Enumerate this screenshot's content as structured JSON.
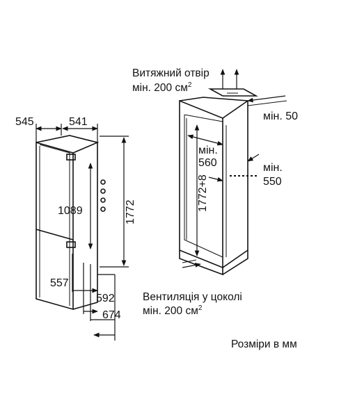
{
  "labels": {
    "exhaust_line1": "Витяжний отвір",
    "exhaust_line2": "мін. 200 см",
    "exhaust_sup": "2",
    "vent_line1": "Вентиляція у цоколі",
    "vent_line2": "мін. 200 см",
    "vent_sup": "2",
    "footer": "Розміри в мм"
  },
  "dimensions": {
    "depth_545": "545",
    "width_541": "541",
    "h_1089": "1089",
    "h_1772": "1772",
    "d_557": "557",
    "d_592": "592",
    "d_674": "674",
    "min_50": "мін. 50",
    "min_label": "мін.",
    "niche_560": "560",
    "niche_height": "1772+8",
    "min_550_line1": "мін.",
    "min_550_line2": "550"
  }
}
